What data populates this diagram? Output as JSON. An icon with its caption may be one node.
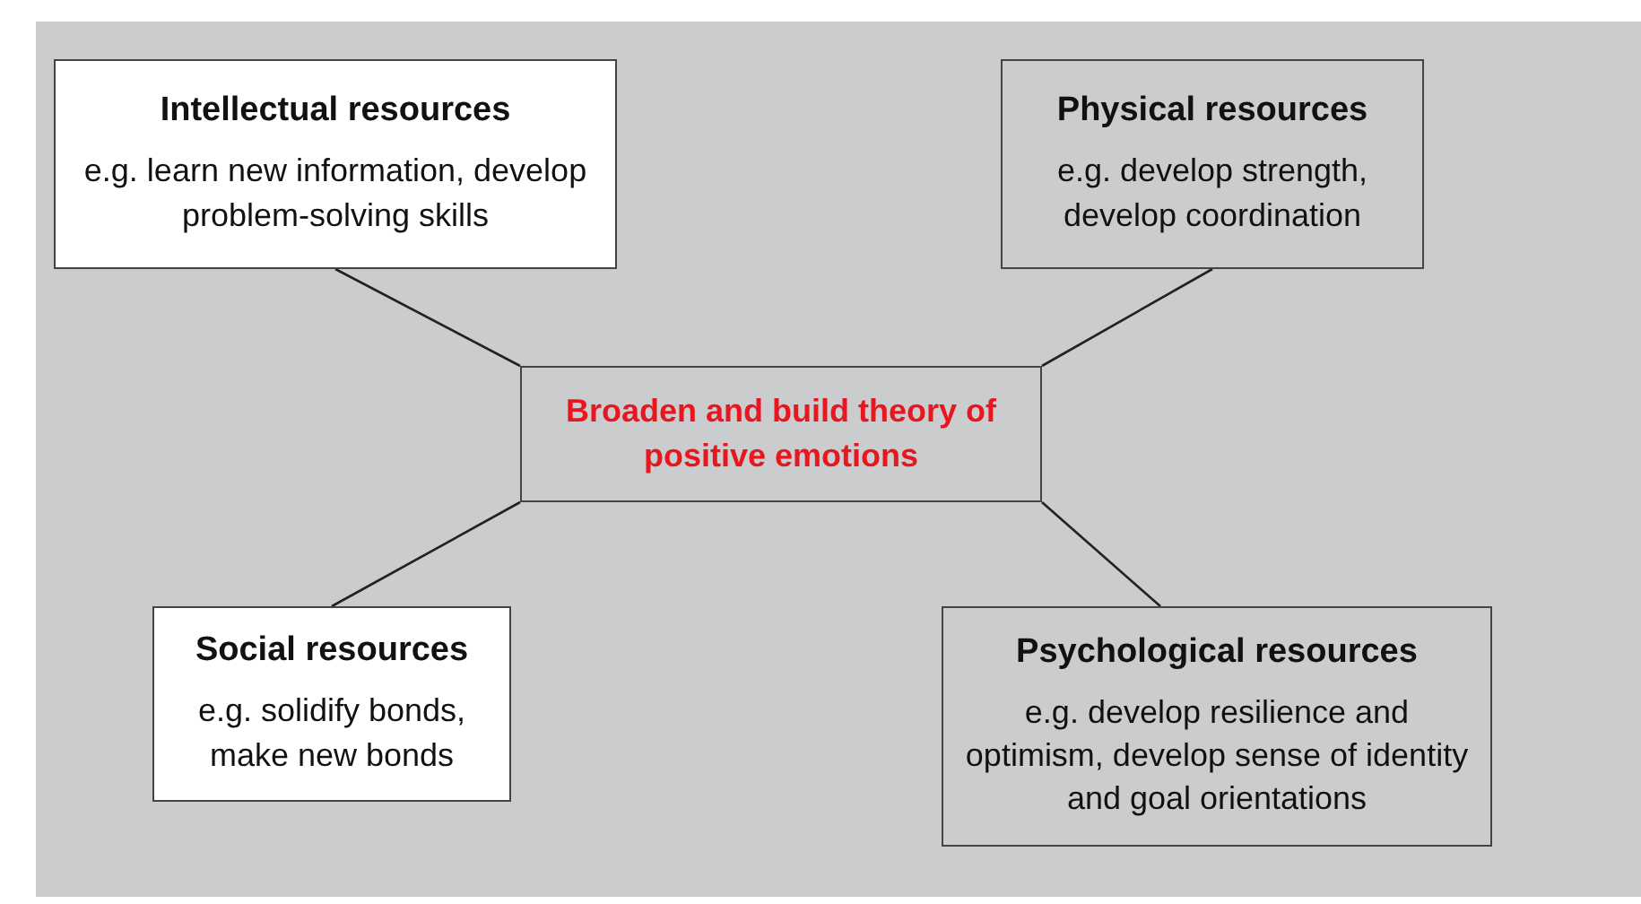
{
  "diagram": {
    "nodes": [
      {
        "text": [
          "Broaden and build theory of positive emotions"
        ]
      },
      {
        "text": [
          "Intellectual resources",
          "e.g. learn new information, develop problem-solving skills"
        ]
      },
      {
        "text": [
          "Physical resources",
          "e.g. develop strength, develop coordination"
        ]
      },
      {
        "text": [
          "Social resources",
          "e.g. solidify bonds, make new bonds"
        ]
      },
      {
        "text": [
          "Psychological resources",
          "e.g. develop resilience and optimism, develop sense of identity and goal orientations"
        ]
      }
    ],
    "edges": [
      {
        "from": 0,
        "to": 1,
        "arrow": "none"
      },
      {
        "from": 0,
        "to": 2,
        "arrow": "none"
      },
      {
        "from": 0,
        "to": 3,
        "arrow": "none"
      },
      {
        "from": 0,
        "to": 4,
        "arrow": "none"
      }
    ]
  }
}
